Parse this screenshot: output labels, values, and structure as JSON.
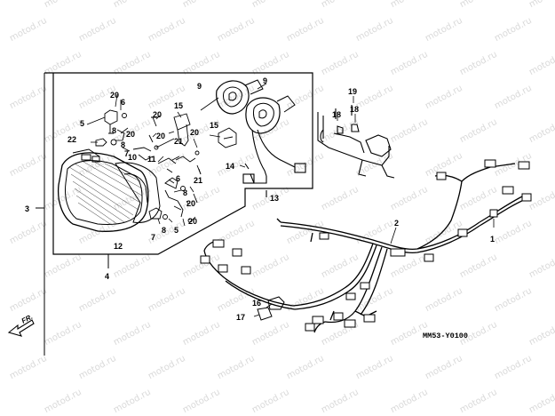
{
  "watermark": {
    "text": "motod.ru",
    "color": "#d9d9d9"
  },
  "diagram": {
    "reference_code": "MM53-Y0100",
    "direction_label": "FR.",
    "callouts": [
      {
        "id": "c1",
        "text": "1"
      },
      {
        "id": "c2",
        "text": "2"
      },
      {
        "id": "c3",
        "text": "3"
      },
      {
        "id": "c4",
        "text": "4"
      },
      {
        "id": "c5a",
        "text": "5"
      },
      {
        "id": "c5b",
        "text": "5"
      },
      {
        "id": "c6a",
        "text": "6"
      },
      {
        "id": "c6b",
        "text": "6"
      },
      {
        "id": "c7a",
        "text": "7"
      },
      {
        "id": "c7b",
        "text": "7"
      },
      {
        "id": "c8a",
        "text": "8"
      },
      {
        "id": "c8b",
        "text": "8"
      },
      {
        "id": "c8c",
        "text": "8"
      },
      {
        "id": "c8d",
        "text": "8"
      },
      {
        "id": "c9a",
        "text": "9"
      },
      {
        "id": "c9b",
        "text": "9"
      },
      {
        "id": "c10",
        "text": "10"
      },
      {
        "id": "c11",
        "text": "11"
      },
      {
        "id": "c12",
        "text": "12"
      },
      {
        "id": "c13",
        "text": "13"
      },
      {
        "id": "c14",
        "text": "14"
      },
      {
        "id": "c15a",
        "text": "15"
      },
      {
        "id": "c15b",
        "text": "15"
      },
      {
        "id": "c16",
        "text": "16"
      },
      {
        "id": "c17",
        "text": "17"
      },
      {
        "id": "c18a",
        "text": "18"
      },
      {
        "id": "c18b",
        "text": "18"
      },
      {
        "id": "c19",
        "text": "19"
      },
      {
        "id": "c20a",
        "text": "20"
      },
      {
        "id": "c20b",
        "text": "20"
      },
      {
        "id": "c20c",
        "text": "20"
      },
      {
        "id": "c20d",
        "text": "20"
      },
      {
        "id": "c20e",
        "text": "20"
      },
      {
        "id": "c20f",
        "text": "20"
      },
      {
        "id": "c20g",
        "text": "20"
      },
      {
        "id": "c21a",
        "text": "21"
      },
      {
        "id": "c21b",
        "text": "21"
      },
      {
        "id": "c22",
        "text": "22"
      }
    ]
  }
}
